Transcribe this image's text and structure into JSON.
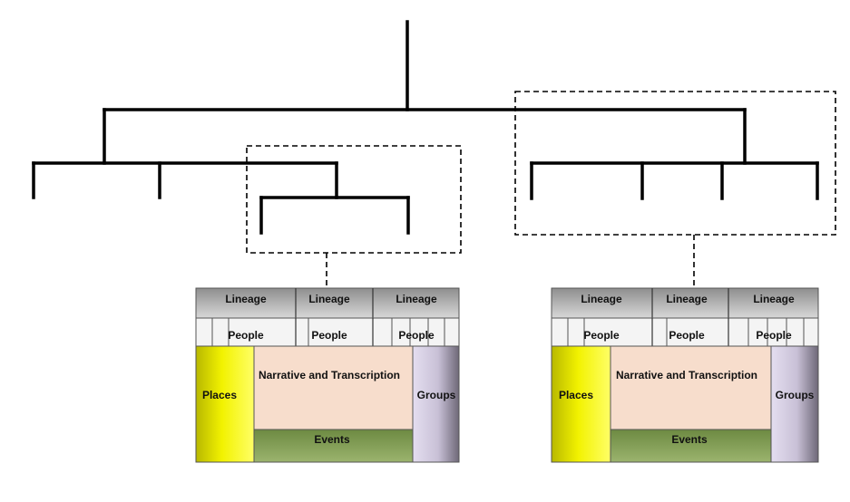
{
  "diagram": {
    "panels": [
      {
        "lineage_labels": [
          "Lineage",
          "Lineage",
          "Lineage"
        ],
        "people_labels": [
          "People",
          "People",
          "People"
        ],
        "places_label": "Places",
        "narrative_label": "Narrative and Transcription",
        "groups_label": "Groups",
        "events_label": "Events"
      },
      {
        "lineage_labels": [
          "Lineage",
          "Lineage",
          "Lineage"
        ],
        "people_labels": [
          "People",
          "People",
          "People"
        ],
        "places_label": "Places",
        "narrative_label": "Narrative and Transcription",
        "groups_label": "Groups",
        "events_label": "Events"
      }
    ],
    "colors": {
      "tree_line": "#000000",
      "lineage_fill_top": "#8a8a8a",
      "lineage_fill_bottom": "#d6d6d6",
      "people_fill": "#f4f4f4",
      "places_fill": "#e8e800",
      "narrative_fill": "#f7ddcc",
      "groups_fill": "#d8d0e6",
      "events_fill": "#7e9a52",
      "panel_border": "#444444"
    }
  }
}
